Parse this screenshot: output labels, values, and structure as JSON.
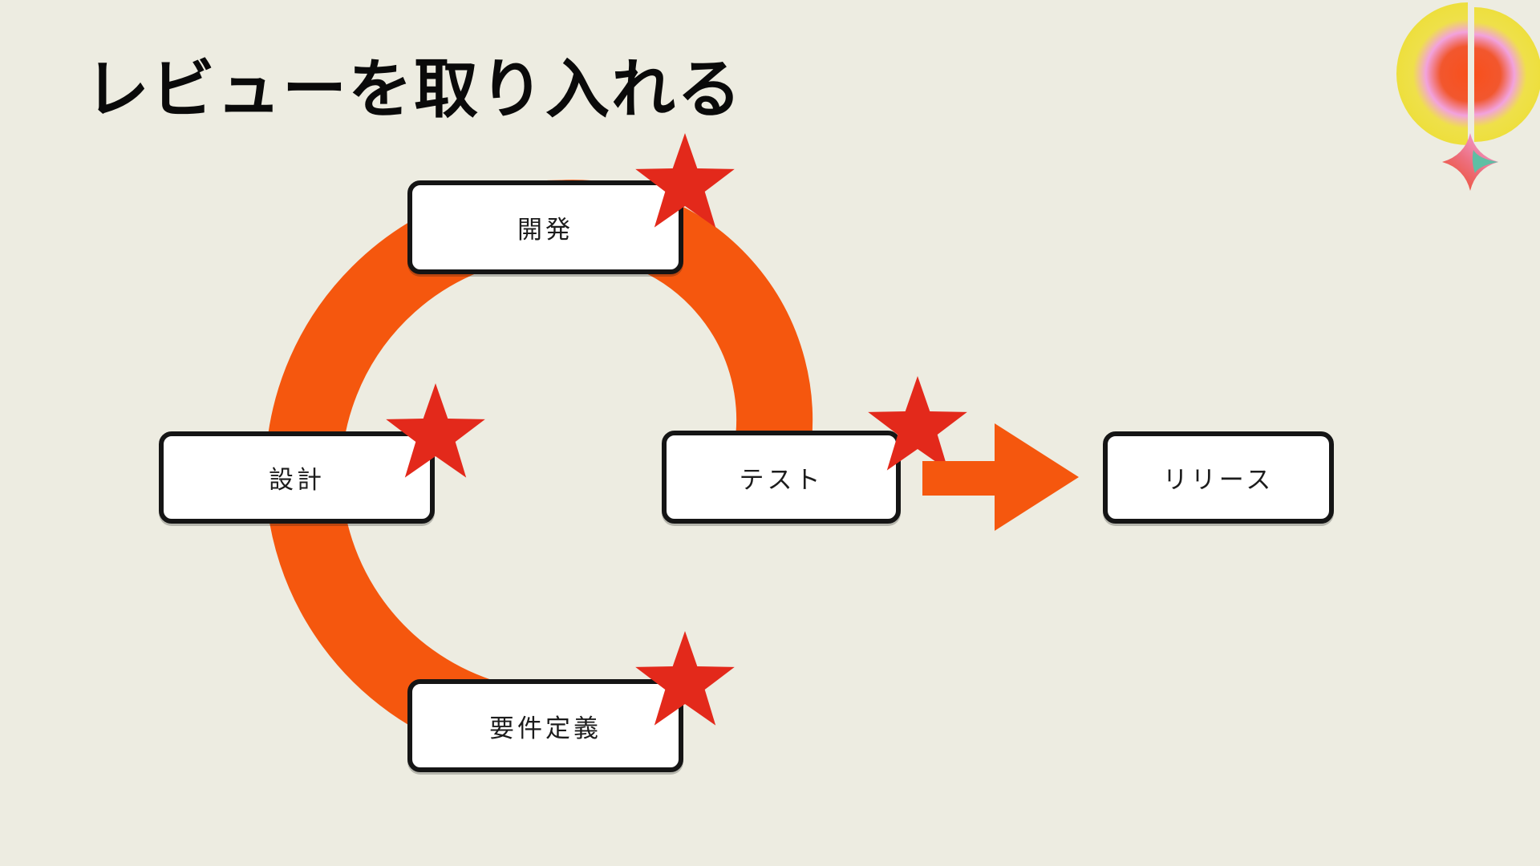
{
  "title": "レビューを取り入れる",
  "colors": {
    "background": "#EDECE1",
    "ring": "#F5570E",
    "arrow": "#F5570E",
    "star": "#E3291B",
    "box_border": "#151515",
    "box_fill": "#FFFFFF",
    "title": "#0A0A0A",
    "label": "#1C1C1C",
    "logo_red": "#F8501C",
    "logo_pink": "#F2A2DC",
    "logo_yellow": "#EFE04A",
    "logo_teal": "#5FBFA4"
  },
  "diagram": {
    "type": "cycle-flow",
    "nodes": {
      "dev": {
        "label": "開発",
        "starred": true
      },
      "design": {
        "label": "設計",
        "starred": true
      },
      "requirements": {
        "label": "要件定義",
        "starred": true
      },
      "test": {
        "label": "テスト",
        "starred": true
      },
      "release": {
        "label": "リリース",
        "starred": false
      }
    },
    "cycle_order": [
      "要件定義",
      "設計",
      "開発",
      "テスト"
    ],
    "exit_flow": {
      "from": "テスト",
      "to": "リリース"
    }
  },
  "decor": {
    "logo": "gradient-split-circle-logo",
    "sparkle": "four-point-sparkle-icon"
  }
}
